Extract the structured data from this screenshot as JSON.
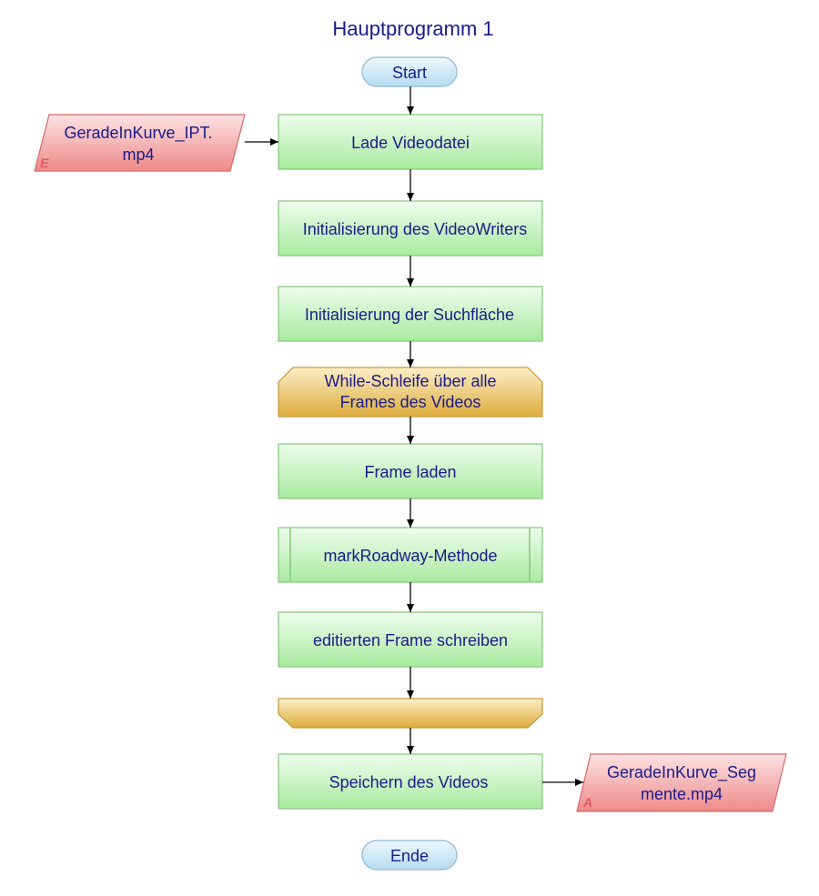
{
  "title": "Hauptprogramm 1",
  "nodes": {
    "start": "Start",
    "input_file": [
      "GeradeInKurve_IPT.",
      "mp4"
    ],
    "input_marker": "E",
    "load_video": "Lade Videodatei",
    "init_writer": "Initialisierung des VideoWriters",
    "init_search": "Initialisierung der Suchfläche",
    "loop_start": [
      "While-Schleife über alle",
      "Frames des Videos"
    ],
    "load_frame": "Frame laden",
    "mark_roadway": "markRoadway-Methode",
    "write_frame": "editierten Frame schreiben",
    "save_video": "Speichern des Videos",
    "output_file": [
      "GeradeInKurve_Seg",
      "mente.mp4"
    ],
    "output_marker": "A",
    "end": "Ende"
  },
  "colors": {
    "title": "#1a1a8c",
    "text": "#1a1a8c",
    "process_fill_top": "#eefdee",
    "process_fill_bottom": "#a9ea9f",
    "process_stroke": "#86c47b",
    "terminal_fill_top": "#eef8fd",
    "terminal_fill_bottom": "#b5dcef",
    "terminal_stroke": "#8fb9d2",
    "io_fill_top": "#fde3e3",
    "io_fill_bottom": "#ee8a8a",
    "io_stroke": "#d46a6a",
    "loop_fill_top": "#fbefc8",
    "loop_fill_bottom": "#ddac3c",
    "loop_stroke": "#c59a3a"
  }
}
